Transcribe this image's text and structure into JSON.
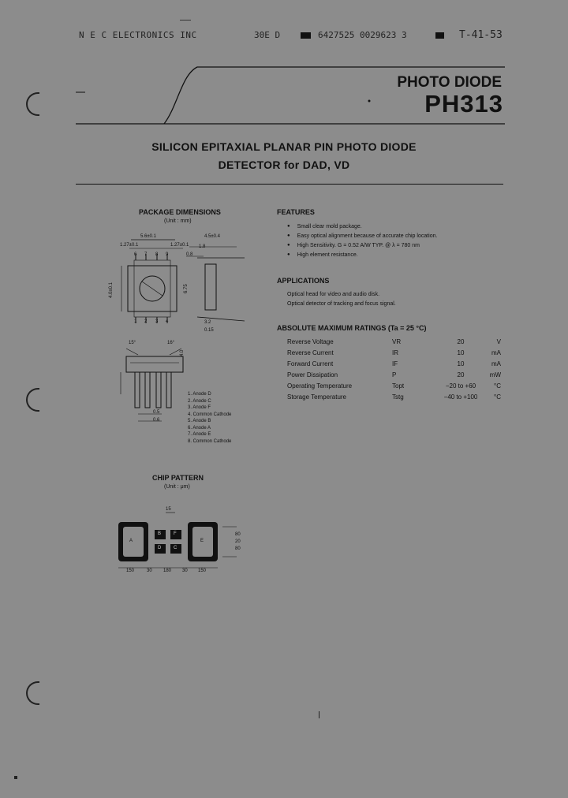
{
  "header": {
    "company": "N E C ELECTRONICS INC",
    "code": "30E D",
    "number": "6427525 0029623 3",
    "tag": "T-41-53"
  },
  "product": {
    "category": "PHOTO DIODE",
    "part": "PH313",
    "title_line1": "SILICON EPITAXIAL PLANAR PIN PHOTO DIODE",
    "title_line2": "DETECTOR for DAD, VD"
  },
  "package": {
    "heading": "PACKAGE DIMENSIONS",
    "unit": "(Unit : mm)",
    "dims": {
      "width": "5.6±0.1",
      "side_width": "4.5±0.4",
      "pitch_left": "1.27±0.1",
      "pitch_right": "1.27±0.1",
      "d08": "0.8",
      "d18": "1.8",
      "height": "4.0±0.1",
      "side_h": "6.75",
      "d32": "3.2",
      "d015": "0.15",
      "ang1": "15°",
      "ang2": "16°",
      "d05": "0.5",
      "d06": "0.6",
      "d40": "4.0"
    },
    "pin_labels_top": [
      "6",
      "7",
      "8",
      "9"
    ],
    "pin_labels_bottom": [
      "1",
      "2",
      "3",
      "4"
    ],
    "pins": [
      "1.  Anode D",
      "2.  Anode C",
      "3.  Anode F",
      "4.  Common Cathode",
      "5.  Anode B",
      "6.  Anode A",
      "7.  Anode E",
      "8.  Common Cathode"
    ]
  },
  "chip": {
    "heading": "CHIP PATTERN",
    "unit": "(Unit : μm)",
    "top_dim": "15",
    "cells": [
      "A",
      "B",
      "C",
      "D",
      "E",
      "F"
    ],
    "bottom_dims": [
      "150",
      "30",
      "180",
      "30",
      "150"
    ],
    "right_dims": [
      "80",
      "20",
      "80"
    ]
  },
  "features": {
    "heading": "FEATURES",
    "items": [
      "Small clear mold package.",
      "Easy optical alignment because of accurate chip location.",
      "High Sensitivity.  G = 0.52 A/W TYP.  @ λ = 780 nm",
      "High element resistance."
    ]
  },
  "applications": {
    "heading": "APPLICATIONS",
    "items": [
      "Optical head for video and audio disk.",
      "Optical detector of tracking and focus signal."
    ]
  },
  "ratings": {
    "heading": "ABSOLUTE MAXIMUM RATINGS (Ta = 25 °C)",
    "rows": [
      {
        "param": "Reverse Voltage",
        "sym": "VR",
        "val": "20",
        "unit": "V"
      },
      {
        "param": "Reverse Current",
        "sym": "IR",
        "val": "10",
        "unit": "mA"
      },
      {
        "param": "Forward Current",
        "sym": "IF",
        "val": "10",
        "unit": "mA"
      },
      {
        "param": "Power Dissipation",
        "sym": "P",
        "val": "20",
        "unit": "mW"
      },
      {
        "param": "Operating Temperature",
        "sym": "Topt",
        "val": "−20 to +60",
        "unit": "°C"
      },
      {
        "param": "Storage Temperature",
        "sym": "Tstg",
        "val": "−40 to +100",
        "unit": "°C"
      }
    ]
  }
}
